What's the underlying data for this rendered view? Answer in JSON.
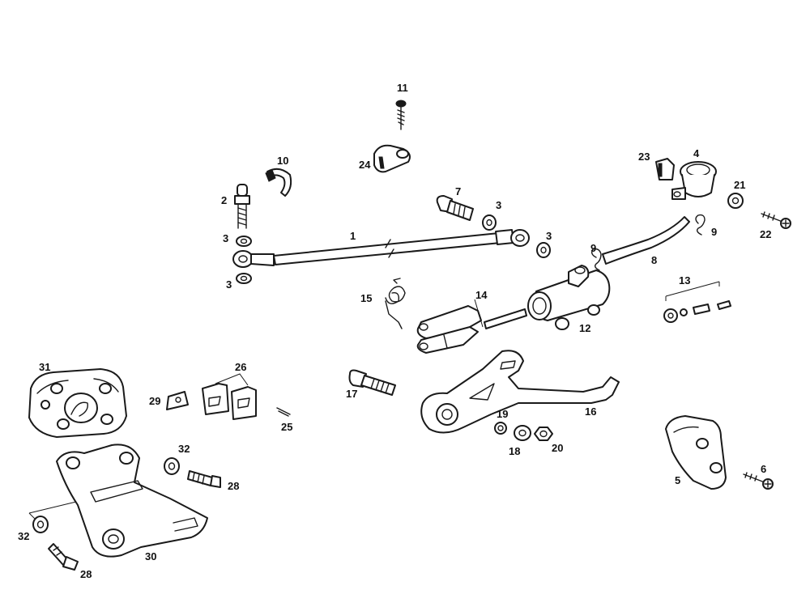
{
  "callouts": {
    "c1": "1",
    "c2": "2",
    "c3a": "3",
    "c3b": "3",
    "c3c": "3",
    "c3d": "3",
    "c4": "4",
    "c5": "5",
    "c6": "6",
    "c7": "7",
    "c8": "8",
    "c9a": "9",
    "c9b": "9",
    "c10": "10",
    "c11": "11",
    "c12": "12",
    "c13": "13",
    "c14": "14",
    "c15": "15",
    "c16": "16",
    "c17": "17",
    "c18": "18",
    "c19": "19",
    "c20": "20",
    "c21": "21",
    "c22": "22",
    "c23": "23",
    "c24": "24",
    "c25": "25",
    "c26": "26",
    "c28a": "28",
    "c28b": "28",
    "c29": "29",
    "c30": "30",
    "c31": "31",
    "c32a": "32",
    "c32b": "32"
  },
  "colors": {
    "line": "#1a1a1a",
    "background": "#ffffff"
  }
}
